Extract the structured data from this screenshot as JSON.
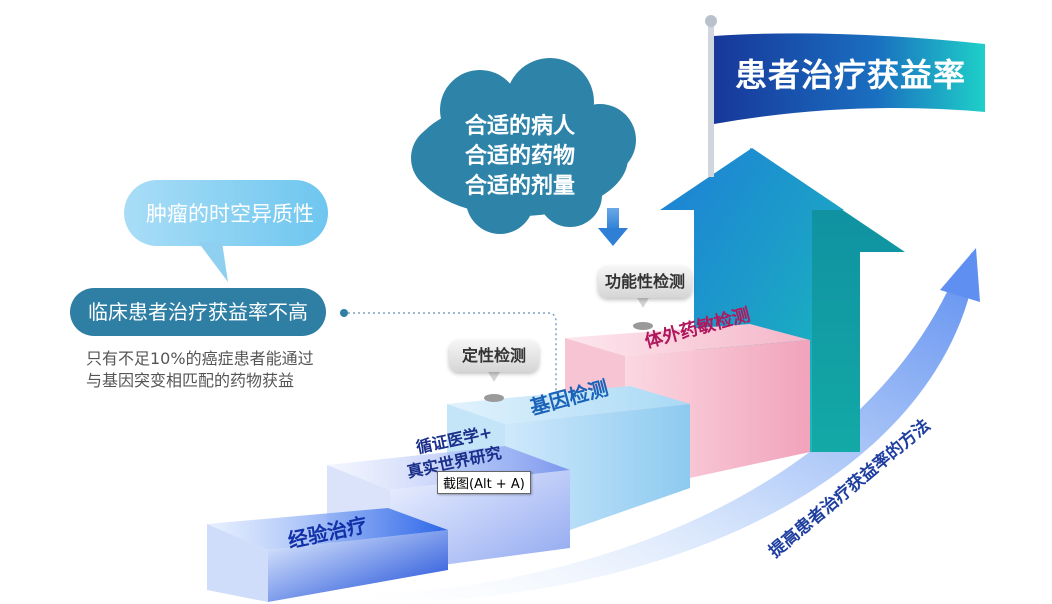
{
  "flag": {
    "title": "患者治疗获益率"
  },
  "cloud": {
    "lines": [
      "合适的病人",
      "合适的药物",
      "合适的剂量"
    ]
  },
  "bubble": {
    "text": "肿瘤的时空异质性"
  },
  "pill": {
    "text": "临床患者治疗获益率不高"
  },
  "note": {
    "lines": [
      "只有不足10%的癌症患者能通过",
      "与基因突变相匹配的药物获益"
    ]
  },
  "tags": {
    "qualitative": "定性检测",
    "functional": "功能性检测"
  },
  "steps": {
    "s1": "经验治疗",
    "s2_line1": "循证医学+",
    "s2_line2": "真实世界研究",
    "s3": "基因检测",
    "s4": "体外药敏检测"
  },
  "curve_label": "提高患者治疗获益率的方法",
  "tooltip": "截图(Alt + A)",
  "colors": {
    "flag_blue": "#1a3d9c",
    "flag_teal": "#1fc4d0",
    "cloud": "#2e83a9",
    "bubble": "#8fd2f2",
    "pill": "#2f7fa4",
    "step1": "#1c4fd8",
    "step2": "#8aa6ef",
    "step3": "#9ad0ef",
    "step4": "#f2a9c0",
    "arrow_dark": "#1aa6b4",
    "arrow_blue": "#1d6fd0"
  },
  "icons": [
    "flag-icon",
    "down-arrow-icon",
    "pin-icon",
    "up-arrow-icon",
    "curved-arrow-icon"
  ]
}
